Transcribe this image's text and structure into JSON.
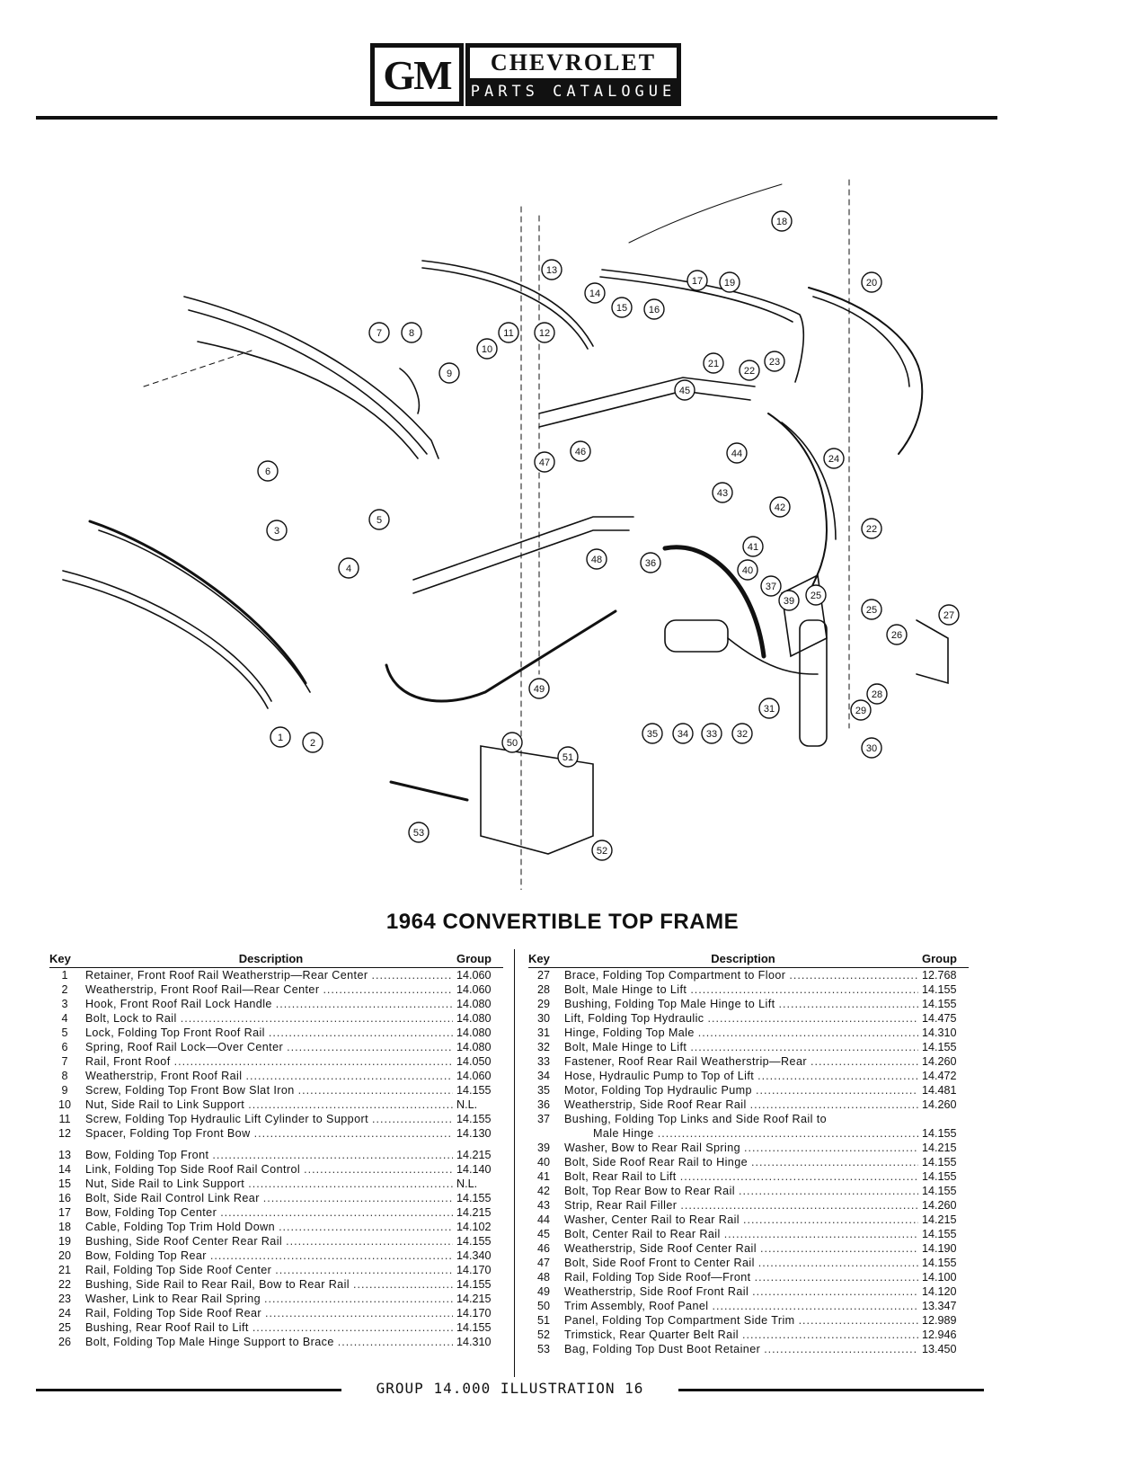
{
  "header": {
    "logo_text": "GM",
    "brand": "CHEVROLET",
    "catalogue": "PARTS CATALOGUE"
  },
  "title": "1964 CONVERTIBLE TOP FRAME",
  "table": {
    "headers": {
      "key": "Key",
      "description": "Description",
      "group": "Group"
    },
    "left": [
      {
        "key": "1",
        "desc": "Retainer, Front Roof Rail Weatherstrip—Rear Center",
        "group": "14.060"
      },
      {
        "key": "2",
        "desc": "Weatherstrip, Front Roof Rail—Rear Center",
        "group": "14.060"
      },
      {
        "key": "3",
        "desc": "Hook, Front Roof Rail Lock Handle",
        "group": "14.080"
      },
      {
        "key": "4",
        "desc": "Bolt, Lock to Rail",
        "group": "14.080"
      },
      {
        "key": "5",
        "desc": "Lock, Folding Top Front Roof Rail",
        "group": "14.080"
      },
      {
        "key": "6",
        "desc": "Spring, Roof Rail Lock—Over Center",
        "group": "14.080"
      },
      {
        "key": "7",
        "desc": "Rail, Front Roof",
        "group": "14.050"
      },
      {
        "key": "8",
        "desc": "Weatherstrip, Front Roof Rail",
        "group": "14.060"
      },
      {
        "key": "9",
        "desc": "Screw, Folding Top Front Bow Slat Iron",
        "group": "14.155"
      },
      {
        "key": "10",
        "desc": "Nut, Side Rail to Link Support",
        "group": "N.L."
      },
      {
        "key": "11",
        "desc": "Screw, Folding Top Hydraulic Lift Cylinder to Support",
        "group": "14.155"
      },
      {
        "key": "12",
        "desc": "Spacer, Folding Top Front Bow",
        "group": "14.130"
      },
      {
        "key": "13",
        "desc": "Bow, Folding Top Front",
        "group": "14.215"
      },
      {
        "key": "14",
        "desc": "Link, Folding Top Side Roof Rail Control",
        "group": "14.140"
      },
      {
        "key": "15",
        "desc": "Nut, Side Rail to Link Support",
        "group": "N.L."
      },
      {
        "key": "16",
        "desc": "Bolt, Side Rail Control Link Rear",
        "group": "14.155"
      },
      {
        "key": "17",
        "desc": "Bow, Folding Top Center",
        "group": "14.215"
      },
      {
        "key": "18",
        "desc": "Cable, Folding Top Trim Hold Down",
        "group": "14.102"
      },
      {
        "key": "19",
        "desc": "Bushing, Side Roof Center Rear Rail",
        "group": "14.155"
      },
      {
        "key": "20",
        "desc": "Bow, Folding Top Rear",
        "group": "14.340"
      },
      {
        "key": "21",
        "desc": "Rail, Folding Top Side Roof Center",
        "group": "14.170"
      },
      {
        "key": "22",
        "desc": "Bushing, Side Rail to Rear Rail, Bow to Rear Rail",
        "group": "14.155"
      },
      {
        "key": "23",
        "desc": "Washer, Link to Rear Rail Spring",
        "group": "14.215"
      },
      {
        "key": "24",
        "desc": "Rail, Folding Top Side Roof Rear",
        "group": "14.170"
      },
      {
        "key": "25",
        "desc": "Bushing, Rear Roof Rail to Lift",
        "group": "14.155"
      },
      {
        "key": "26",
        "desc": "Bolt, Folding Top Male Hinge Support to Brace",
        "group": "14.310"
      }
    ],
    "right": [
      {
        "key": "27",
        "desc": "Brace, Folding Top Compartment to Floor",
        "group": "12.768"
      },
      {
        "key": "28",
        "desc": "Bolt, Male Hinge to Lift",
        "group": "14.155"
      },
      {
        "key": "29",
        "desc": "Bushing, Folding Top Male Hinge to Lift",
        "group": "14.155"
      },
      {
        "key": "30",
        "desc": "Lift, Folding Top Hydraulic",
        "group": "14.475"
      },
      {
        "key": "31",
        "desc": "Hinge, Folding Top Male",
        "group": "14.310"
      },
      {
        "key": "32",
        "desc": "Bolt, Male Hinge to Lift",
        "group": "14.155"
      },
      {
        "key": "33",
        "desc": "Fastener, Roof Rear Rail Weatherstrip—Rear",
        "group": "14.260"
      },
      {
        "key": "34",
        "desc": "Hose, Hydraulic Pump to Top of Lift",
        "group": "14.472"
      },
      {
        "key": "35",
        "desc": "Motor, Folding Top Hydraulic Pump",
        "group": "14.481"
      },
      {
        "key": "36",
        "desc": "Weatherstrip, Side Roof Rear Rail",
        "group": "14.260"
      },
      {
        "key": "37",
        "desc": "Bushing, Folding Top Links and Side Roof Rail to",
        "desc2": "Male Hinge",
        "group": "14.155"
      },
      {
        "key": "39",
        "desc": "Washer, Bow to Rear Rail Spring",
        "group": "14.215"
      },
      {
        "key": "40",
        "desc": "Bolt, Side Roof Rear Rail to Hinge",
        "group": "14.155"
      },
      {
        "key": "41",
        "desc": "Bolt, Rear Rail to Lift",
        "group": "14.155"
      },
      {
        "key": "42",
        "desc": "Bolt, Top Rear Bow to Rear Rail",
        "group": "14.155"
      },
      {
        "key": "43",
        "desc": "Strip, Rear Rail Filler",
        "group": "14.260"
      },
      {
        "key": "44",
        "desc": "Washer, Center Rail to Rear Rail",
        "group": "14.215"
      },
      {
        "key": "45",
        "desc": "Bolt, Center Rail to Rear Rail",
        "group": "14.155"
      },
      {
        "key": "46",
        "desc": "Weatherstrip, Side Roof Center Rail",
        "group": "14.190"
      },
      {
        "key": "47",
        "desc": "Bolt, Side Roof Front to Center Rail",
        "group": "14.155"
      },
      {
        "key": "48",
        "desc": "Rail, Folding Top Side Roof—Front",
        "group": "14.100"
      },
      {
        "key": "49",
        "desc": "Weatherstrip, Side Roof Front Rail",
        "group": "14.120"
      },
      {
        "key": "50",
        "desc": "Trim Assembly, Roof Panel",
        "group": "13.347"
      },
      {
        "key": "51",
        "desc": "Panel, Folding Top Compartment Side Trim",
        "group": "12.989"
      },
      {
        "key": "52",
        "desc": "Trimstick, Rear Quarter Belt Rail",
        "group": "12.946"
      },
      {
        "key": "53",
        "desc": "Bag, Folding Top Dust Boot Retainer",
        "group": "13.450"
      }
    ]
  },
  "footer": "GROUP 14.000   ILLUSTRATION 16"
}
